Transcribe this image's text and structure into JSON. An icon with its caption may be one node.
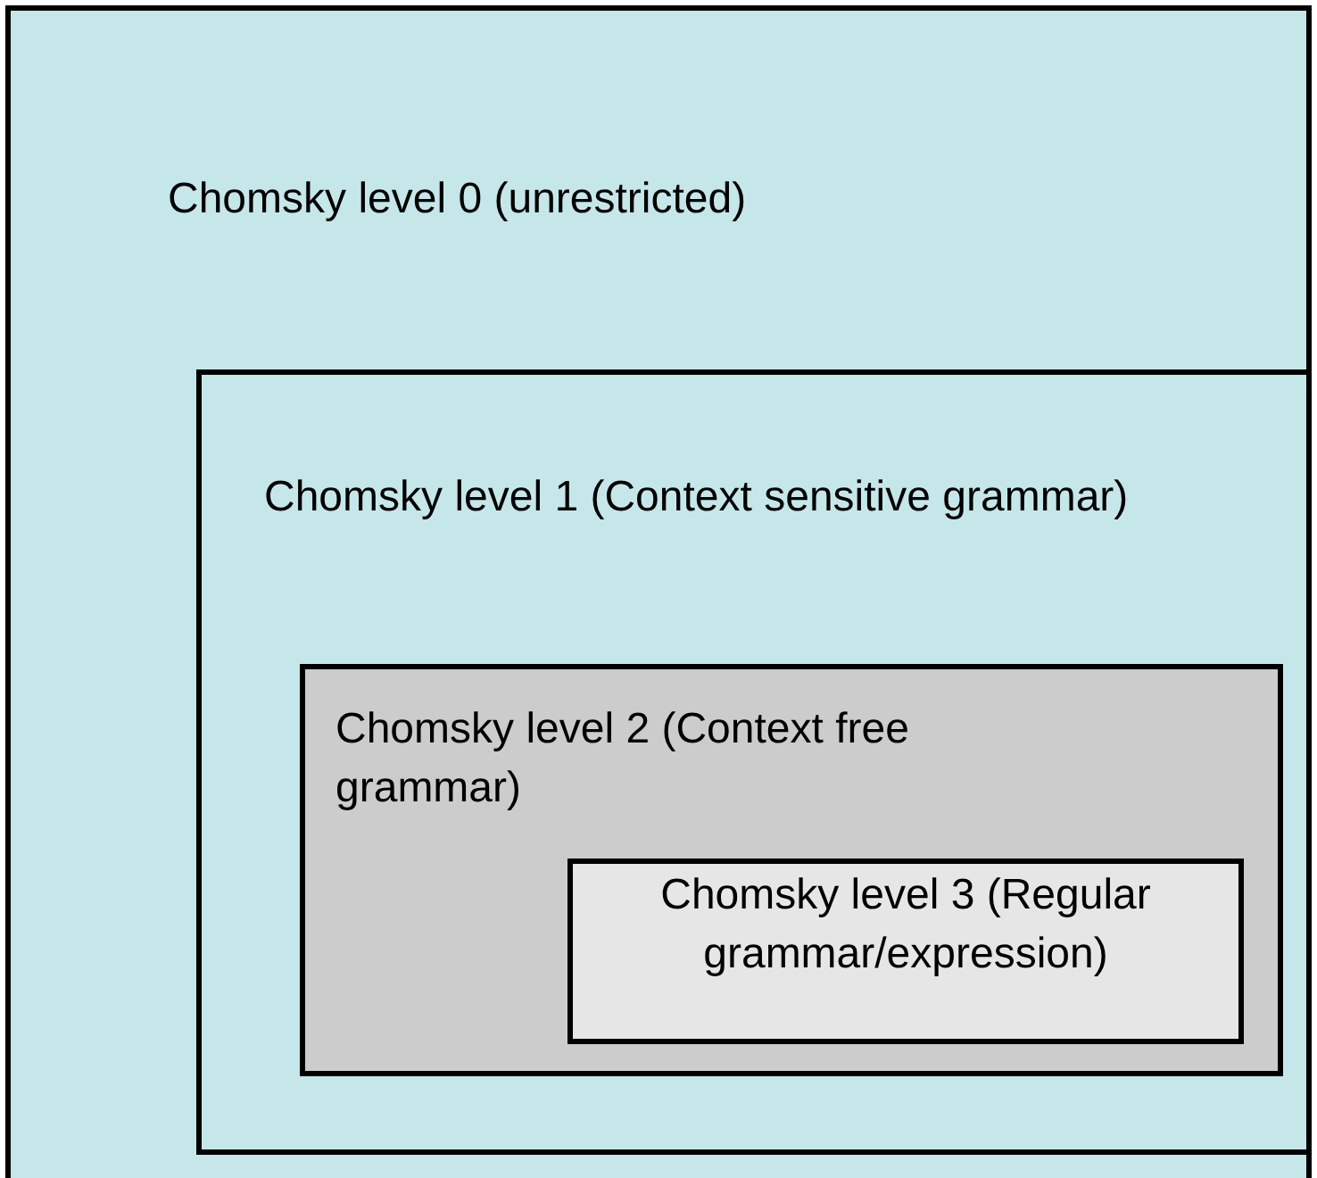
{
  "diagram": {
    "nodes": [
      {
        "text": [
          "Chomsky level 0 (unrestricted)"
        ]
      },
      {
        "text": [
          "Chomsky level 1 (Context sensitive grammar)"
        ],
        "in": 0
      },
      {
        "text": [
          "Chomsky level 2 (Context free grammar)"
        ],
        "in": 1
      },
      {
        "text": [
          "Chomsky level 3 (Regular grammar/expression)"
        ],
        "in": 2
      }
    ]
  }
}
